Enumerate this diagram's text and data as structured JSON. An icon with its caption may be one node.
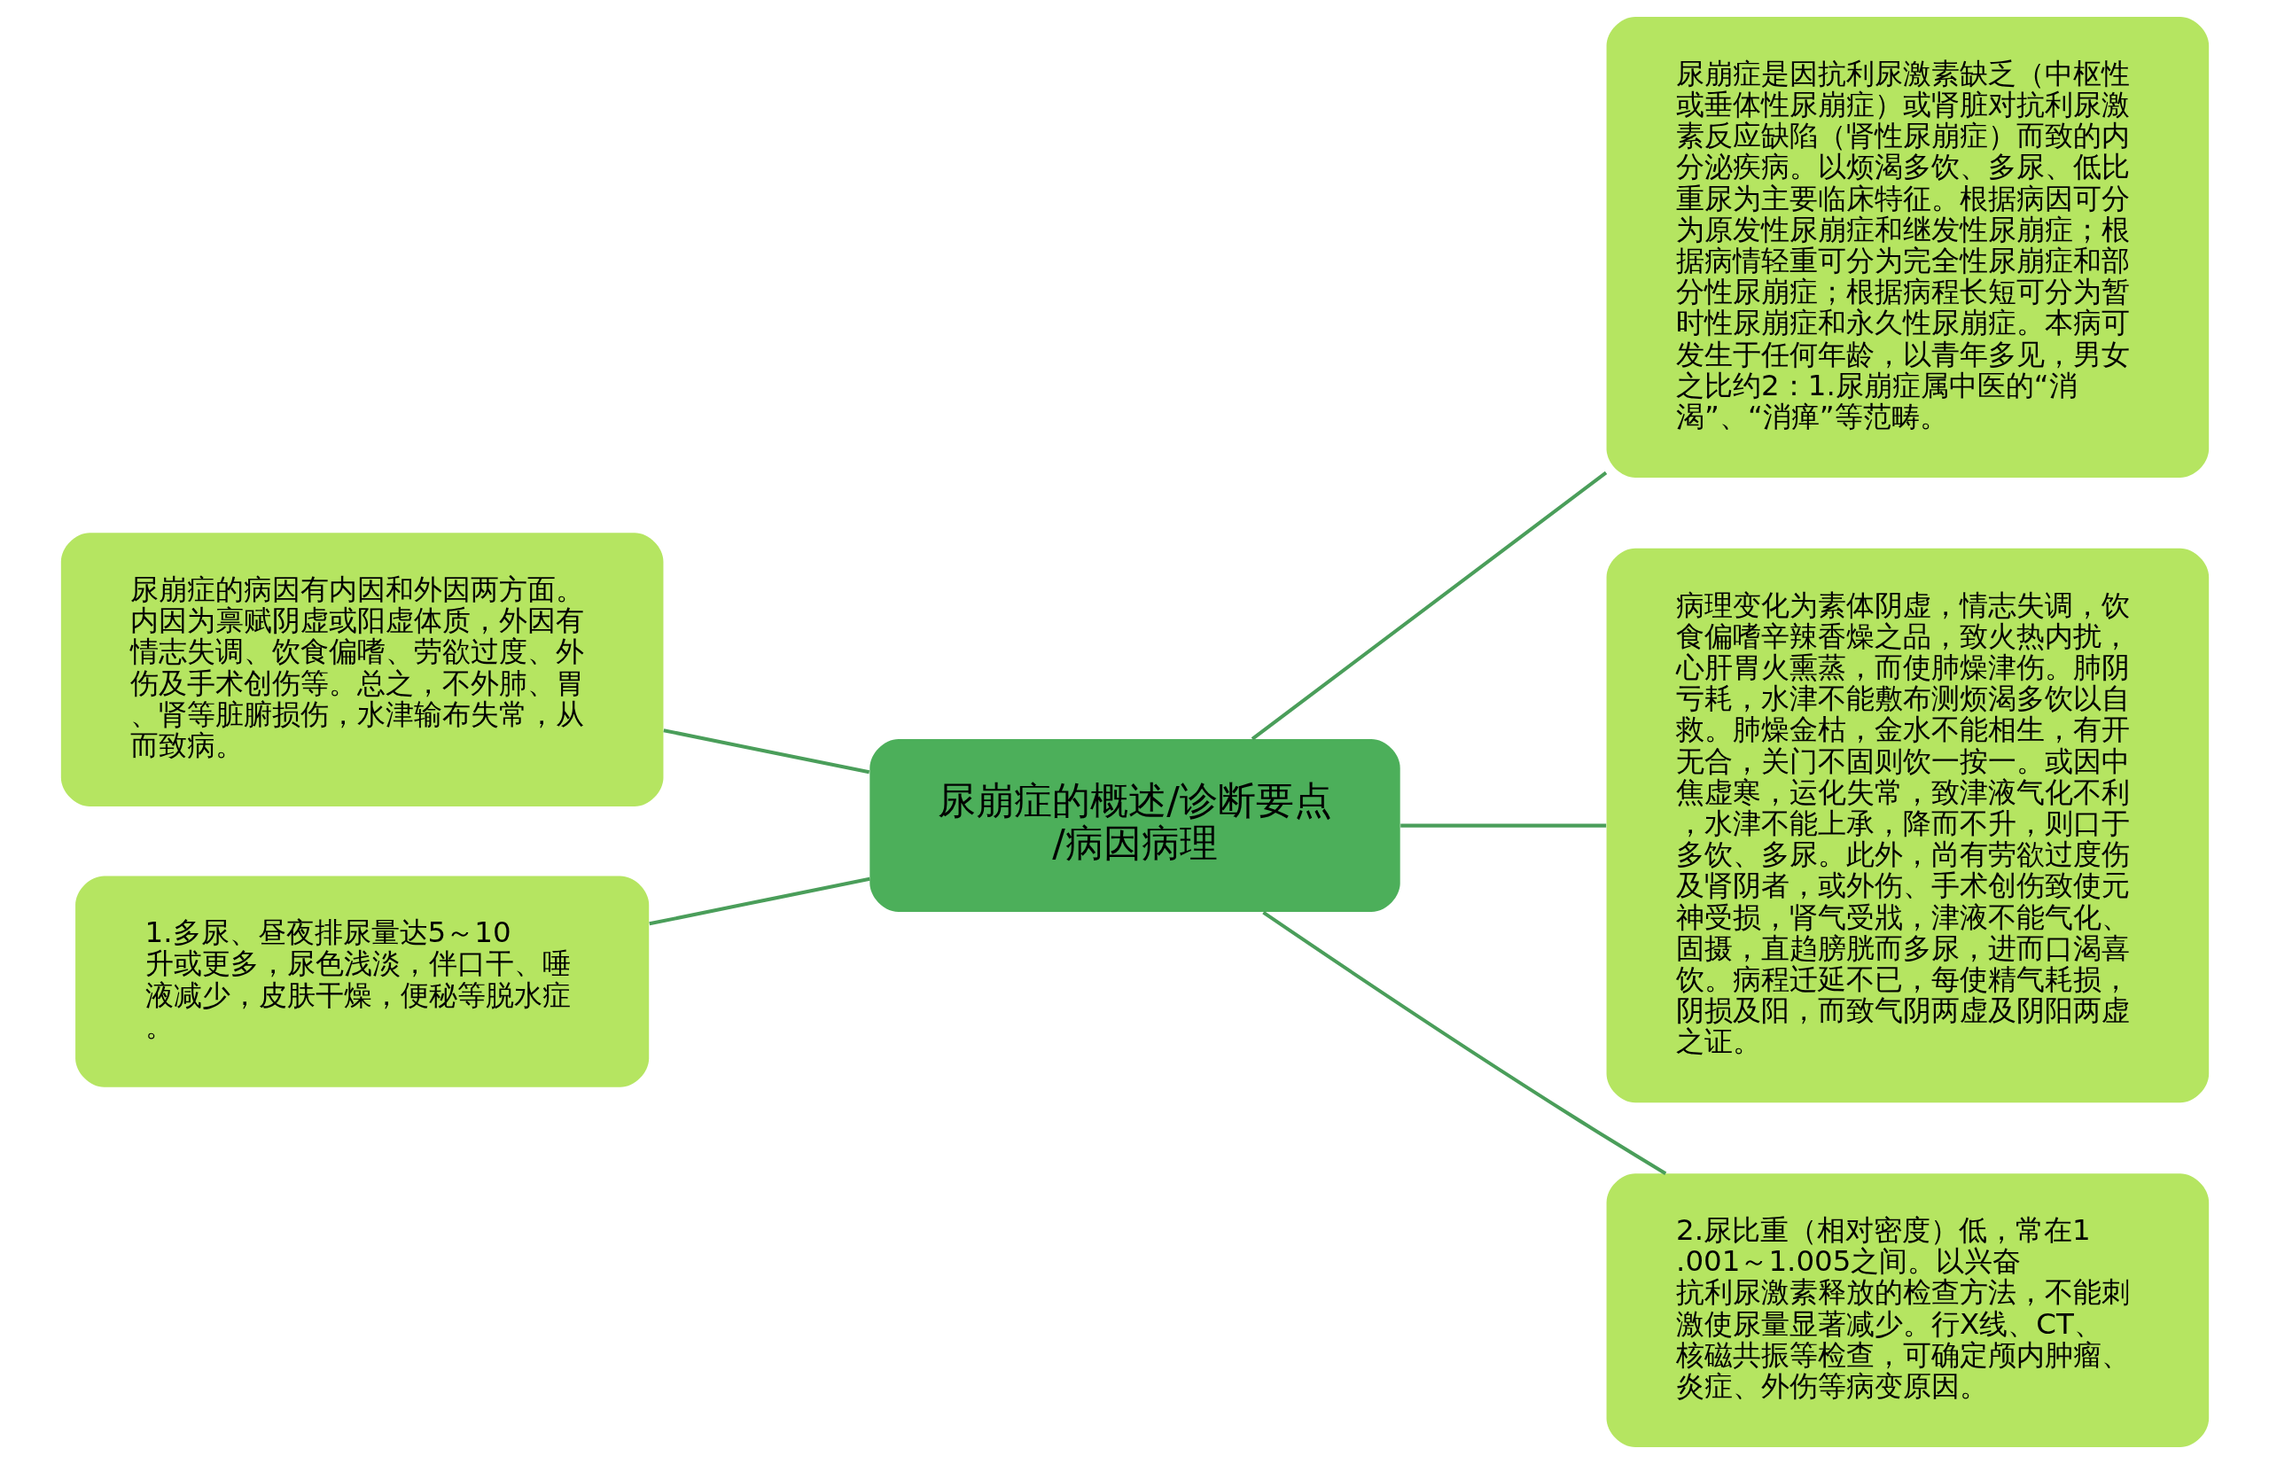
{
  "diagram": {
    "nodes": [
      {
        "text": [
          "尿崩症的概述/诊断要点/病因病理"
        ]
      },
      {
        "text": [
          "尿崩症的病因有内因和外因两方面。内因为禀赋阴虚或阳虚体质，外因有情志失调、饮食偏嗜、劳欲过度、外伤及手术创伤等。总之，不外肺、胃、肾等脏腑损伤，水津输布失常，从而致病。"
        ]
      },
      {
        "text": [
          "1.多尿、昼夜排尿量达5～10升或更多，尿色浅淡，伴口干、唾液减少，皮肤干燥，便秘等脱水症。"
        ]
      },
      {
        "text": [
          "尿崩症是因抗利尿激素缺乏（中枢性或垂体性尿崩症）或肾脏对抗利尿激素反应缺陷（肾性尿崩症）而致的内分泌疾病。以烦渴多饮、多尿、低比重尿为主要临床特征。根据病因可分为原发性尿崩症和继发性尿崩症；根据病情轻重可分为完全性尿崩症和部分性尿崩症；根据病程长短可分为暂时性尿崩症和永久性尿崩症。本病可发生于任何年龄，以青年多见，男女之比约2：1.尿崩症属中医的“消渴”、“消瘅”等范畴。"
        ]
      },
      {
        "text": [
          "病理变化为素体阴虚，情志失调，饮食偏嗜辛辣香燥之品，致火热内扰，心肝胃火熏蒸，而使肺燥津伤。肺阴亏耗，水津不能敷布测烦渴多饮以自救。肺燥金枯，金水不能相生，有开无合，关门不固则饮一按一。或因中焦虚寒，运化失常，致津液气化不利，水津不能上承，降而不升，则口于多饮、多尿。此外，尚有劳欲过度伤及肾阴者，或外伤、手术创伤致使元神受损，肾气受戕，津液不能气化、固摄，直趋膀胱而多尿，进而口渴喜饮。病程迁延不已，每使精气耗损，阴损及阳，而致气阴两虚及阴阳两虚之证。"
        ]
      },
      {
        "text": [
          "2.尿比重（相对密度）低，常在1.001～1.005之间。以兴奋抗利尿激素释放的检查方法，不能刺激使尿量显著减少。行X线、CT、核磁共振等检查，可确定颅内肿瘤、炎症、外伤等病变原因。"
        ]
      }
    ],
    "edges": [
      {
        "from": 1,
        "to": 0,
        "arrow": "none"
      },
      {
        "from": 2,
        "to": 0,
        "arrow": "none"
      },
      {
        "from": 0,
        "to": 3,
        "arrow": "none"
      },
      {
        "from": 0,
        "to": 4,
        "arrow": "none"
      },
      {
        "from": 0,
        "to": 5,
        "arrow": "none"
      }
    ]
  }
}
